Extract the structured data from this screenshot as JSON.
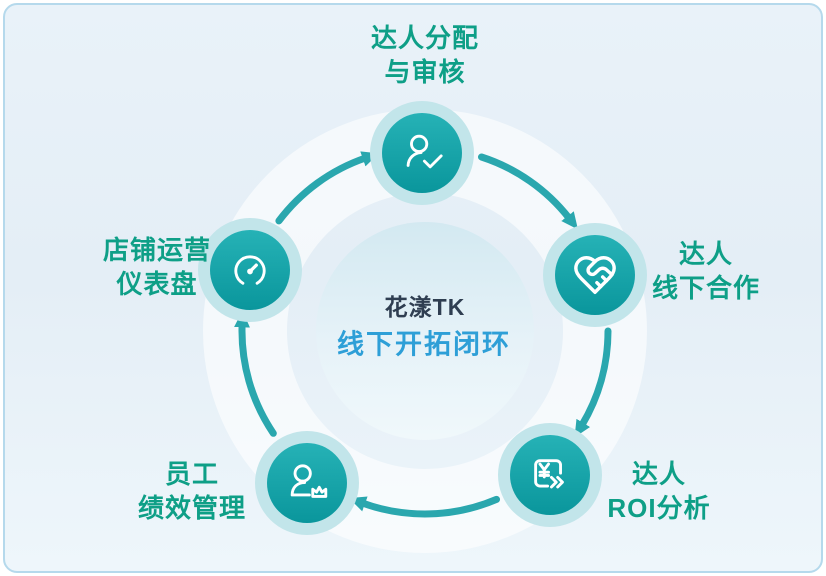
{
  "diagram": {
    "center": {
      "brand": "花漾TK",
      "title": "线下开拓闭环"
    },
    "nodes": [
      {
        "position": "top",
        "label_line1": "达人分配",
        "label_line2": "与审核",
        "icon": "user-check-icon"
      },
      {
        "position": "right",
        "label_line1": "达人",
        "label_line2": "线下合作",
        "icon": "heart-handshake-icon"
      },
      {
        "position": "bottom-right",
        "label_line1": "达人",
        "label_line2": "ROI分析",
        "icon": "yuan-transfer-icon"
      },
      {
        "position": "bottom-left",
        "label_line1": "员工",
        "label_line2": "绩效管理",
        "icon": "user-crown-icon"
      },
      {
        "position": "left",
        "label_line1": "店铺运营",
        "label_line2": "仪表盘",
        "icon": "gauge-icon"
      }
    ],
    "flow_direction": "clockwise",
    "colors": {
      "node_teal_dark": "#0a969c",
      "node_teal_light": "#26b2b6",
      "node_halo": "#c2e5ea",
      "arrow": "#2aa7ae",
      "label_green": "#0e9f87",
      "brand_dark": "#2f3e51",
      "title_blue": "#2e9fd7",
      "card_border": "#b5d9ec"
    }
  }
}
